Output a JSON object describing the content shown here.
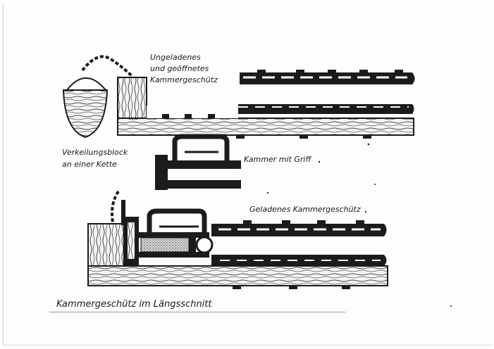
{
  "labels": {
    "unloaded_line1": "Ungeladenes",
    "unloaded_line2": "und geöffnetes",
    "unloaded_line3": "Kammergeschütz",
    "block_line1": "Verkeilungsblock",
    "block_line2": "an einer Kette",
    "chamber": "Kammer mit Griff",
    "loaded": "Geladenes Kammergeschütz",
    "caption": "Kammergeschütz im Längsschnitt"
  },
  "colors": {
    "ink": "#1b1b1b",
    "paper": "#fdfdfd",
    "powder": "#bdbdbd"
  }
}
